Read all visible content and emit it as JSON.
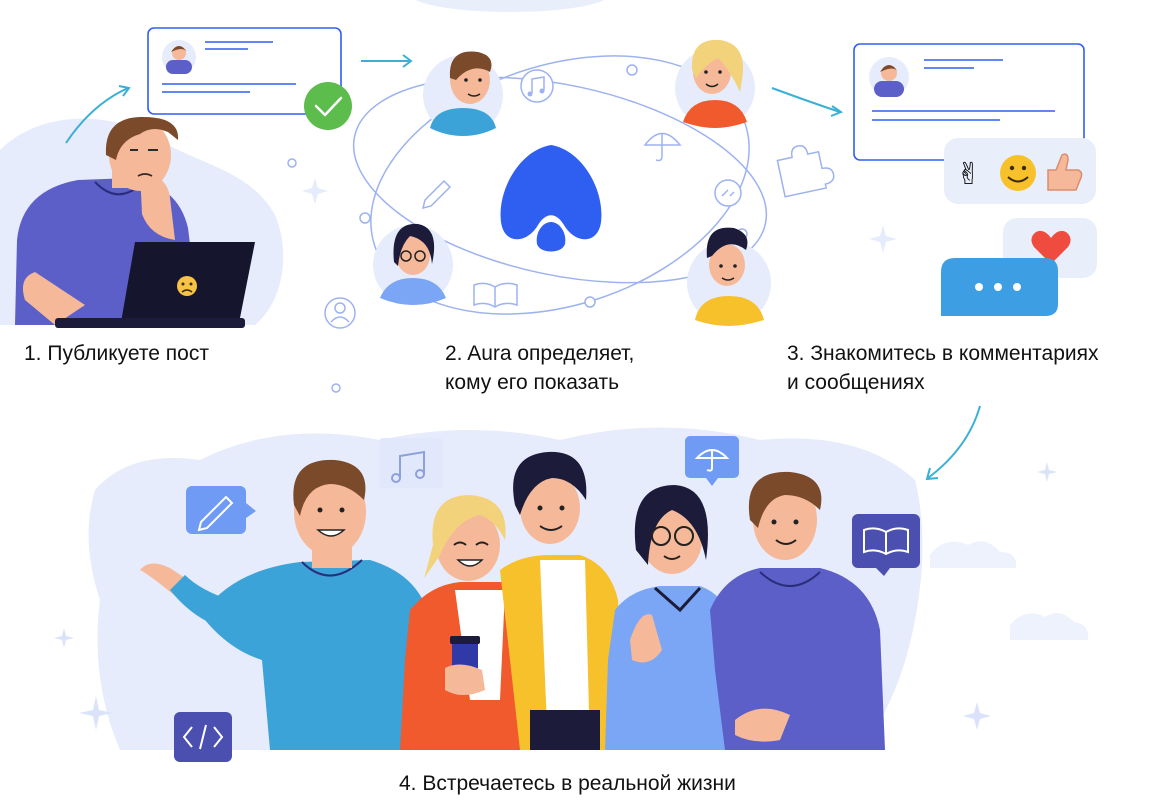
{
  "steps": [
    {
      "lines": [
        "1. Публикуете пост"
      ]
    },
    {
      "lines": [
        "2. Aura определяет,",
        "кому его показать"
      ]
    },
    {
      "lines": [
        "3. Знакомитесь в комментариях",
        "и сообщениях"
      ]
    },
    {
      "lines": [
        "4. Встречаетесь в реальной жизни"
      ]
    }
  ],
  "colors": {
    "brand_blue": "#2f5ff0",
    "arrow": "#3bb0d6",
    "blob": "#e6ecfb",
    "outline": "#2f5ff0",
    "check_green": "#5cbc4c",
    "bubble_light": "#e9eefb",
    "chat_blue": "#3d9ee3",
    "heart": "#ef4b3f"
  },
  "icons": [
    "check-icon",
    "music-note-icon",
    "umbrella-icon",
    "puzzle-icon",
    "link-icon",
    "pencil-icon",
    "book-icon",
    "user-icon",
    "code-icon",
    "heart-icon",
    "peace-hand-emoji",
    "smile-emoji",
    "thumbs-up-emoji",
    "sad-emoji",
    "aura-logo"
  ]
}
